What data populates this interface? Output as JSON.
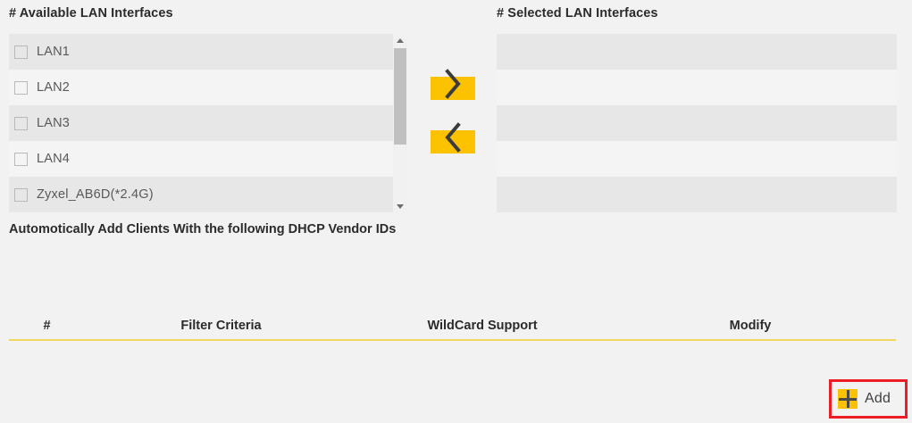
{
  "colors": {
    "page_background": "#f2f2f2",
    "row_stripe": "#e7e7e7",
    "row_base": "#f4f4f4",
    "accent_yellow": "#fcc200",
    "rule_yellow": "#f0d860",
    "highlight_red": "#ee1c25",
    "scrollbar_thumb": "#c0c0c0"
  },
  "available_panel": {
    "heading": "# Available LAN Interfaces",
    "items": [
      {
        "label": "LAN1",
        "checked": false
      },
      {
        "label": "LAN2",
        "checked": false
      },
      {
        "label": "LAN3",
        "checked": false
      },
      {
        "label": "LAN4",
        "checked": false
      },
      {
        "label": "Zyxel_AB6D(*2.4G)",
        "checked": false
      }
    ],
    "scrollbar": {
      "up_icon": "triangle-up-icon",
      "down_icon": "triangle-down-icon",
      "thumb_icon": "scrollbar-thumb"
    }
  },
  "transfer": {
    "move_right_icon": "chevron-right-icon",
    "move_left_icon": "chevron-left-icon"
  },
  "selected_panel": {
    "heading": "# Selected LAN Interfaces",
    "items": [
      "",
      "",
      ""
    ]
  },
  "vendor_section": {
    "label": "Automotically Add Clients With the following DHCP Vendor IDs"
  },
  "filter_table": {
    "columns": [
      "#",
      "Filter Criteria",
      "WildCard Support",
      "Modify"
    ],
    "rows": []
  },
  "add_action": {
    "label": "Add",
    "icon": "plus-icon",
    "highlighted": true
  }
}
